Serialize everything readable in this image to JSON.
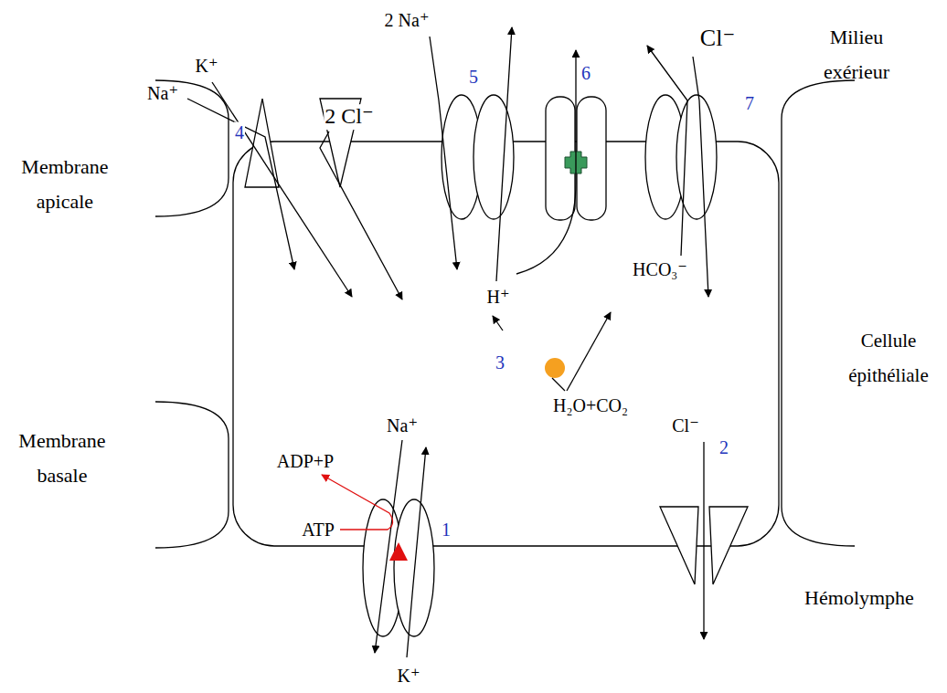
{
  "diagram": {
    "labels": [
      "K⁺",
      "Na⁺",
      "2 Cl⁻",
      "2 Na⁺",
      "Cl⁻",
      "Milieu exérieur",
      "4",
      "5",
      "6",
      "7",
      "Membrane apicale",
      "Cellule épithéliale",
      "H⁺",
      "HCO₃⁻",
      "3",
      "H₂O+CO₂",
      "Na⁺",
      "ADP+P",
      "ATP",
      "1",
      "Membrane basale",
      "Cl⁻",
      "2",
      "Hémolymphe",
      "K⁺"
    ]
  }
}
